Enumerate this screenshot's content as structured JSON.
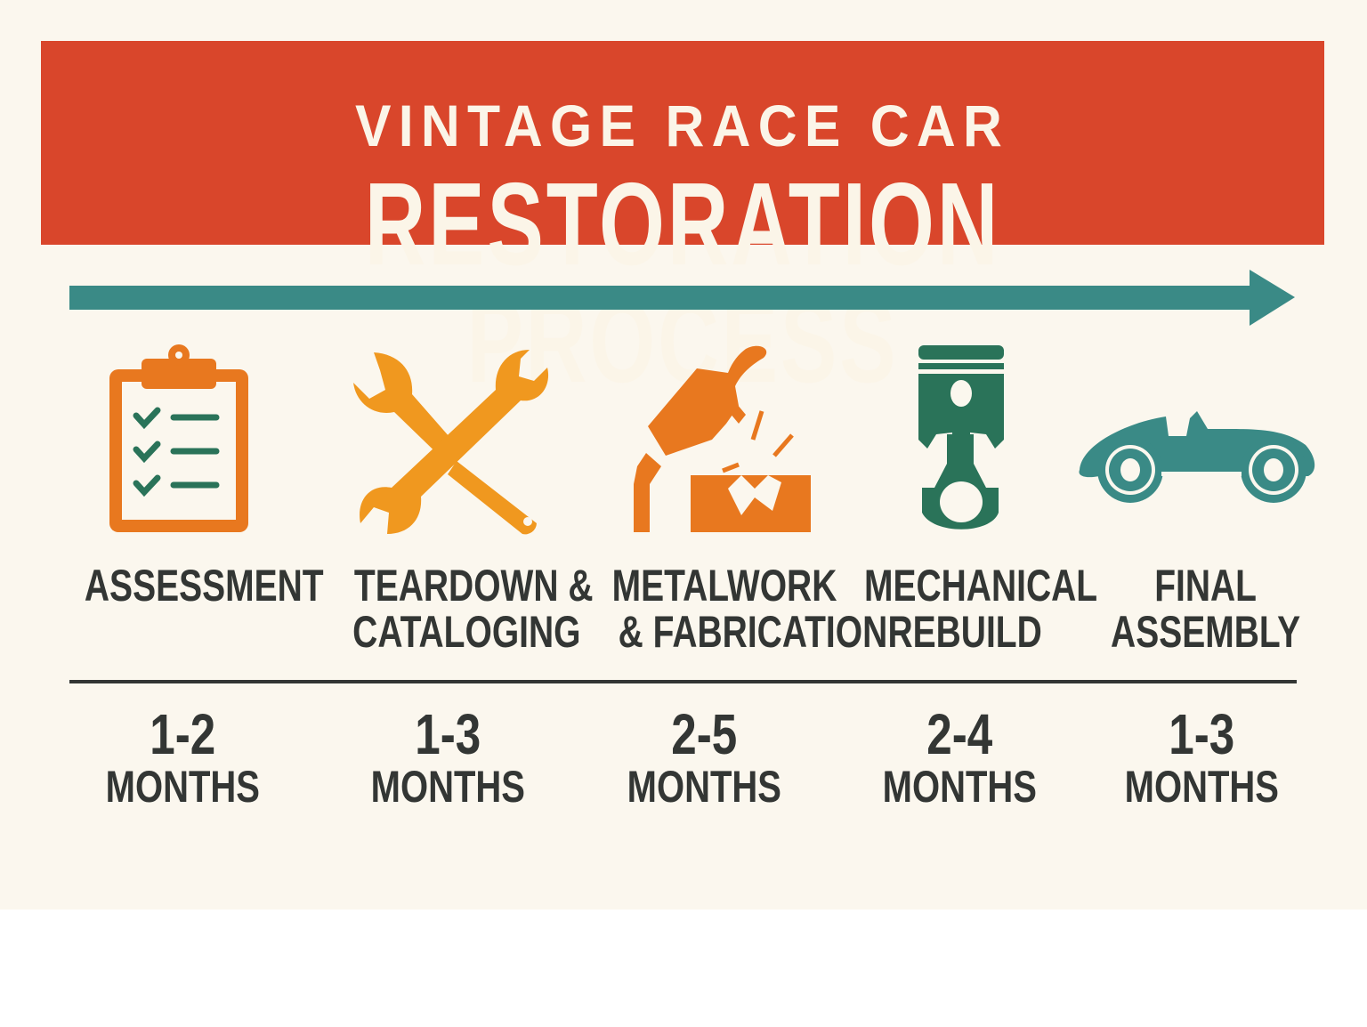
{
  "header": {
    "subtitle": "VINTAGE RACE CAR",
    "title": "RESTORATION PROCESS"
  },
  "colors": {
    "banner": "#d9462b",
    "arrow": "#3a8a86",
    "orange": "#e8781f",
    "green": "#2a7359",
    "teal": "#3a8a86",
    "text": "#333634",
    "background": "#fbf7ee"
  },
  "steps": [
    {
      "icon": "clipboard-checklist-icon",
      "label_line1": "ASSESSMENT",
      "label_line2": "",
      "duration": "1-2",
      "unit": "MONTHS"
    },
    {
      "icon": "crossed-wrenches-icon",
      "label_line1": "TEARDOWN &",
      "label_line2": "CATALOGING",
      "duration": "1-3",
      "unit": "MONTHS"
    },
    {
      "icon": "welding-torch-icon",
      "label_line1": "METALWORK",
      "label_line2": "& FABRICATION",
      "duration": "2-5",
      "unit": "MONTHS"
    },
    {
      "icon": "piston-icon",
      "label_line1": "MECHANICAL",
      "label_line2": "REBUILD",
      "duration": "2-4",
      "unit": "MONTHS"
    },
    {
      "icon": "race-car-icon",
      "label_line1": "FINAL",
      "label_line2": "ASSEMBLY",
      "duration": "1-3",
      "unit": "MONTHS"
    }
  ]
}
